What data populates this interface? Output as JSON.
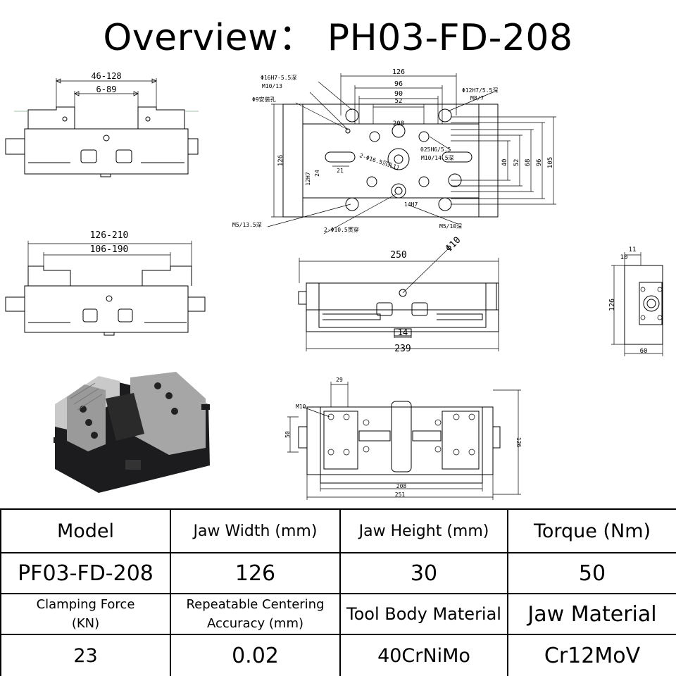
{
  "title": "Overview： PH03-FD-208",
  "drawings": {
    "front_closed": {
      "outer_span": "46-128",
      "inner_span": "6-89"
    },
    "front_open": {
      "outer_span": "126-210",
      "inner_span": "106-190"
    },
    "top_plan": {
      "hole_callouts": [
        "Φ16H7-5.5深",
        "M10/13",
        "Φ9安装孔",
        "Φ12H7/5.5深",
        "M8/7",
        "025H6/5.5",
        "M10/14.5深",
        "2-Φ16.5沉孔11",
        "12H7",
        "14H7",
        "M5/13.5深",
        "2-Φ10.5贯穿",
        "M5/10深"
      ],
      "top_dims": [
        "126",
        "96",
        "90",
        "52",
        "208"
      ],
      "right_dims": [
        "40",
        "52",
        "68",
        "96",
        "105"
      ],
      "left_dims": [
        "126",
        "24",
        "21"
      ]
    },
    "side_view": {
      "length": "250",
      "hole": "Φ10",
      "slot": "14",
      "base": "239"
    },
    "end_view": {
      "top1": "11",
      "top2": "10",
      "height": "126",
      "width": "60"
    },
    "bottom_view": {
      "jaw": "29",
      "thread": "M10",
      "left_height": "50",
      "right_height": "126",
      "inner_length": "208",
      "outer_length": "251"
    }
  },
  "table": {
    "row1": [
      "Model",
      "Jaw Width (mm)",
      "Jaw Height (mm)",
      "Torque (Nm)"
    ],
    "row2": [
      "PF03-FD-208",
      "126",
      "30",
      "50"
    ],
    "row3": [
      "Clamping Force\n(KN)",
      "Repeatable Centering\nAccuracy (mm)",
      "Tool Body Material",
      "Jaw Material"
    ],
    "row4": [
      "23",
      "0.02",
      "40CrNiMo",
      "Cr12MoV"
    ]
  },
  "colors": {
    "metal": "#9a9a9a",
    "body": "#1c1c1e",
    "line": "#000000",
    "accent_green": "#8ab08a"
  },
  "icons": [
    "vise-product-photo"
  ]
}
